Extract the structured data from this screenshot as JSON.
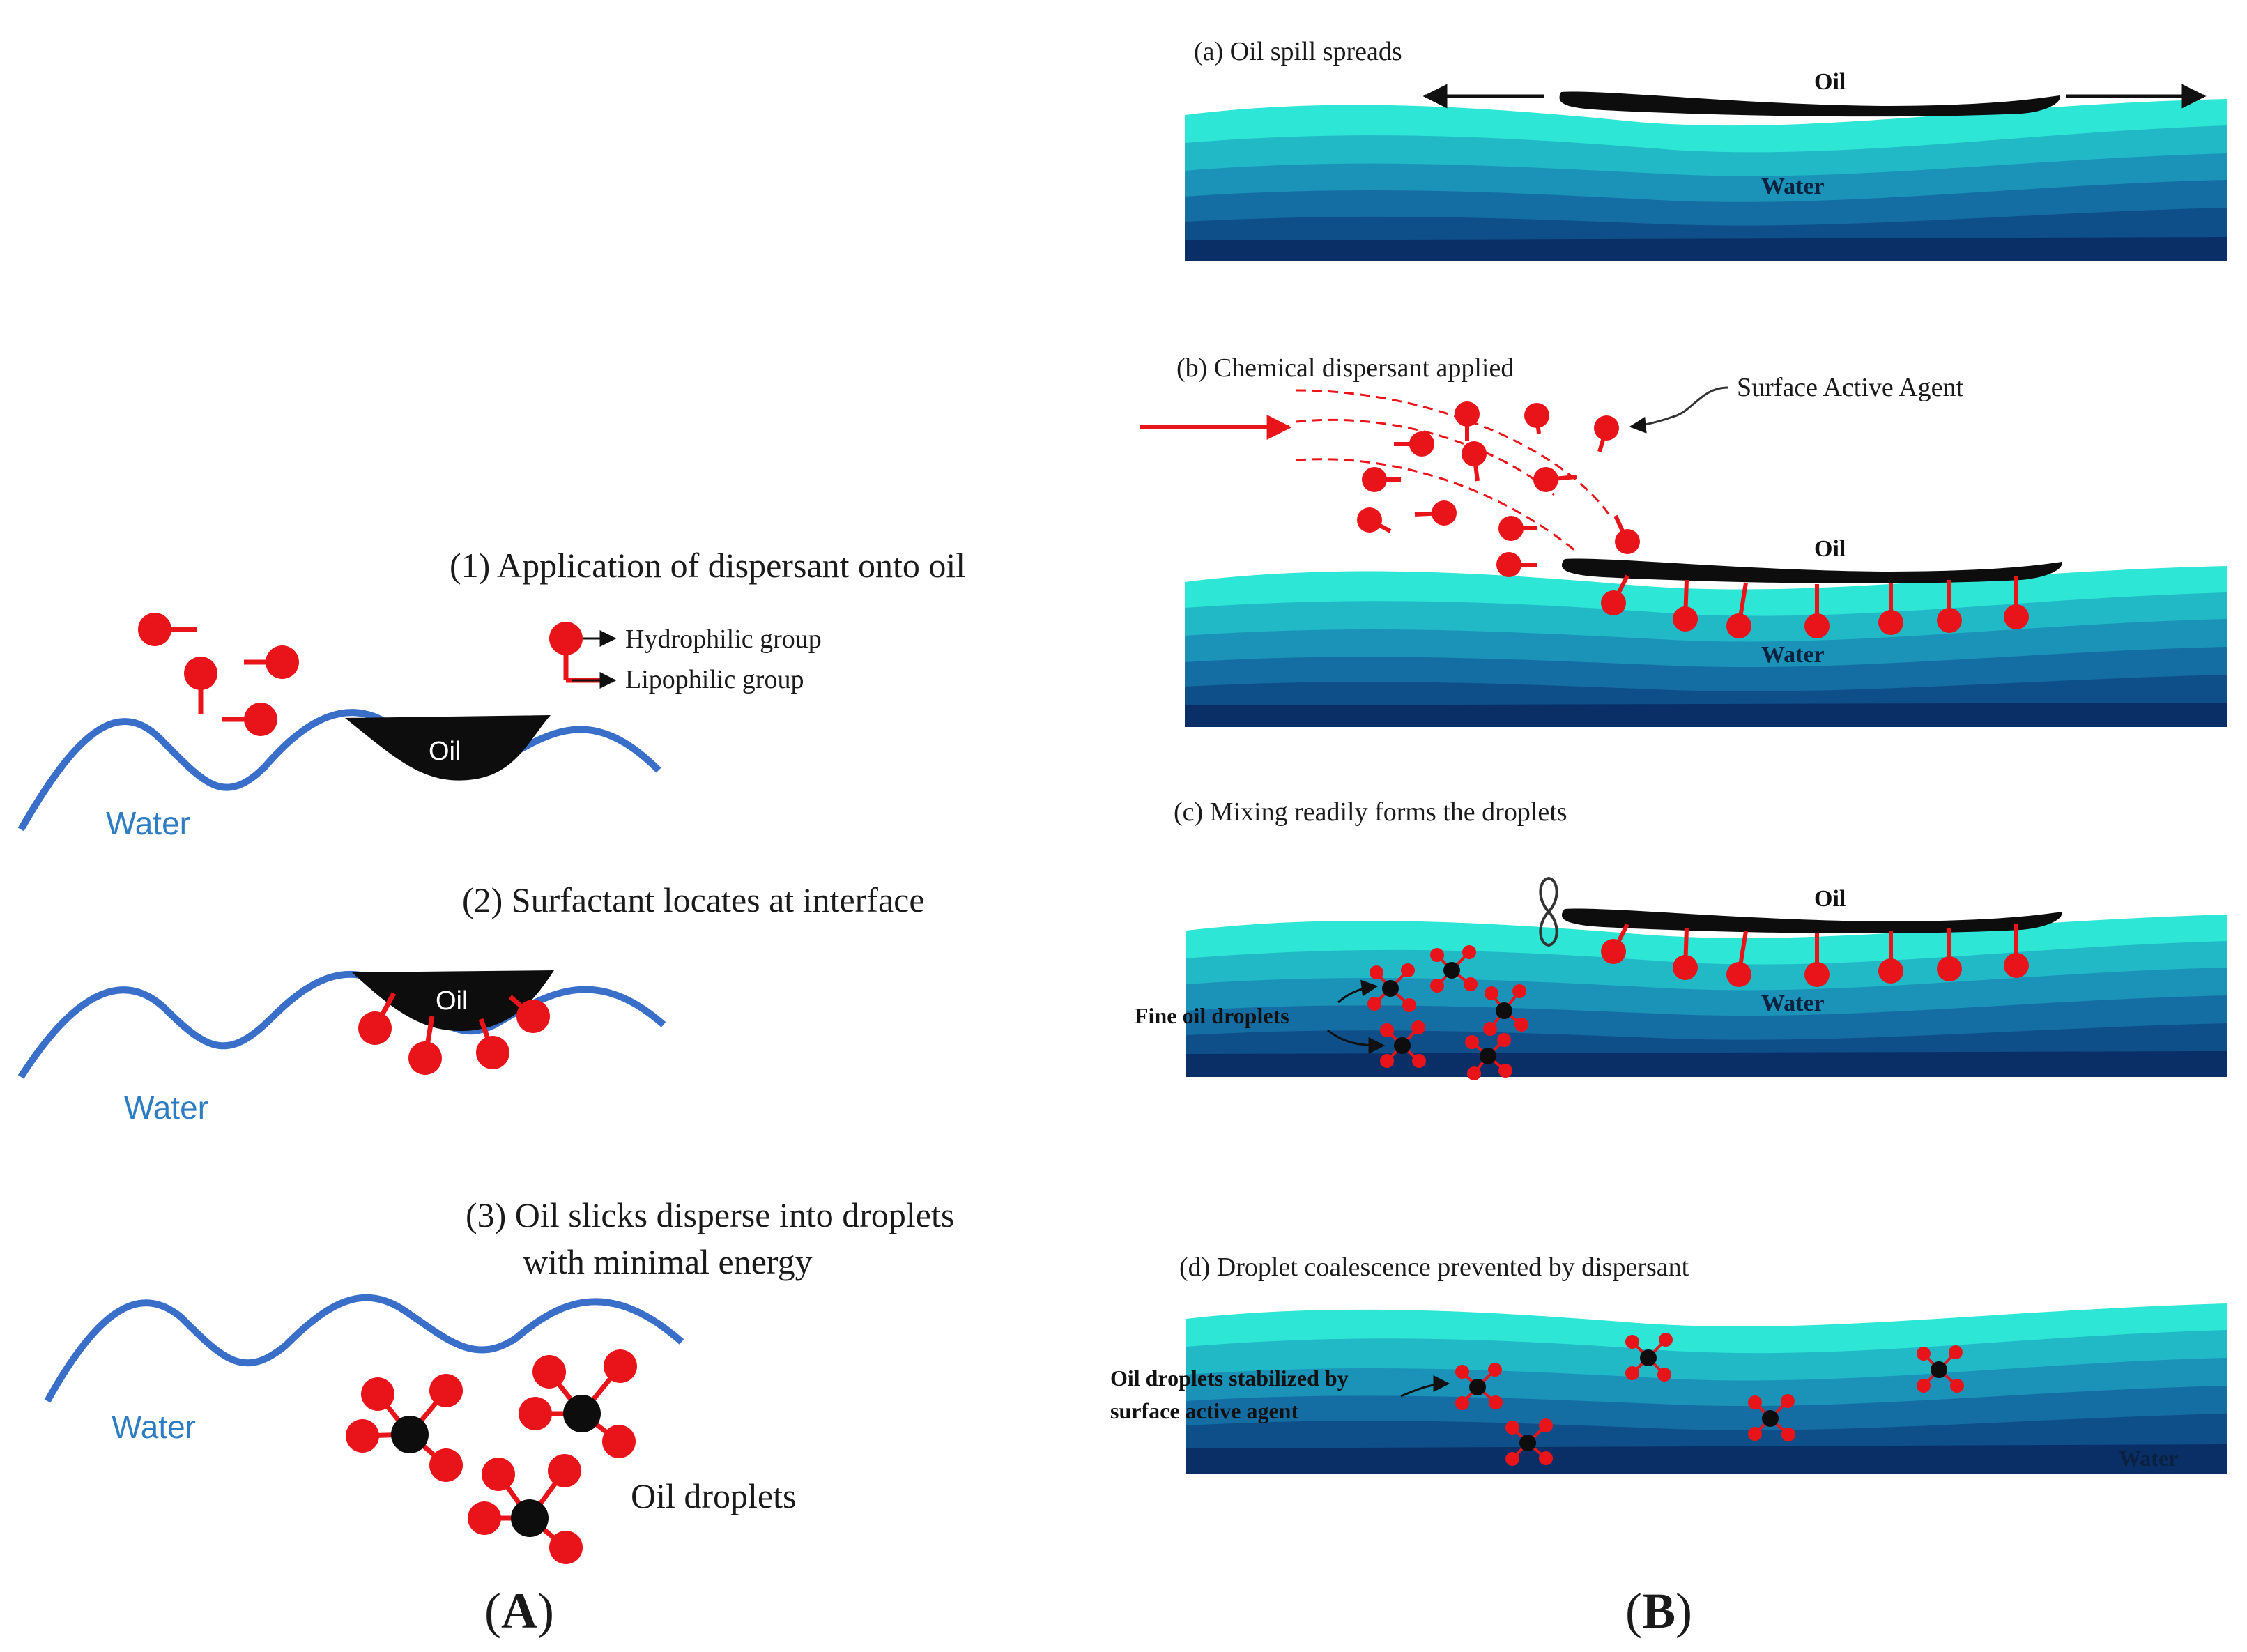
{
  "panel_a": {
    "step1_title": "(1) Application of dispersant onto oil",
    "hydrophilic_label": "Hydrophilic group",
    "lipophilic_label": "Lipophilic group",
    "step1_oil": "Oil",
    "step1_water": "Water",
    "step2_title": "(2) Surfactant locates at interface",
    "step2_oil": "Oil",
    "step2_water": "Water",
    "step3_title_line1": "(3) Oil slicks disperse into droplets",
    "step3_title_line2": "with minimal energy",
    "step3_water": "Water",
    "oil_droplets_label": "Oil droplets",
    "panel_label_open": "(",
    "panel_label_letter": "A",
    "panel_label_close": ")"
  },
  "panel_b": {
    "a_title": "(a) Oil spill spreads",
    "a_oil": "Oil",
    "a_water": "Water",
    "b_title": "(b) Chemical dispersant applied",
    "b_agent": "Surface Active Agent",
    "b_oil": "Oil",
    "b_water": "Water",
    "c_title": "(c) Mixing readily forms the droplets",
    "c_oil": "Oil",
    "c_water": "Water",
    "c_fine": "Fine oil droplets",
    "d_title": "(d) Droplet coalescence prevented by dispersant",
    "d_stab_line1": "Oil droplets stabilized by",
    "d_stab_line2": "surface active agent",
    "d_water": "Water",
    "panel_label_open": "(",
    "panel_label_letter": "B",
    "panel_label_close": ")"
  },
  "colors": {
    "surfactant_red": "#e8141a",
    "water_line_blue": "#3a6fc9",
    "oil_black": "#0d0d0d",
    "water_top": "#2ee6d6",
    "water_deep": "#0a2e66"
  }
}
